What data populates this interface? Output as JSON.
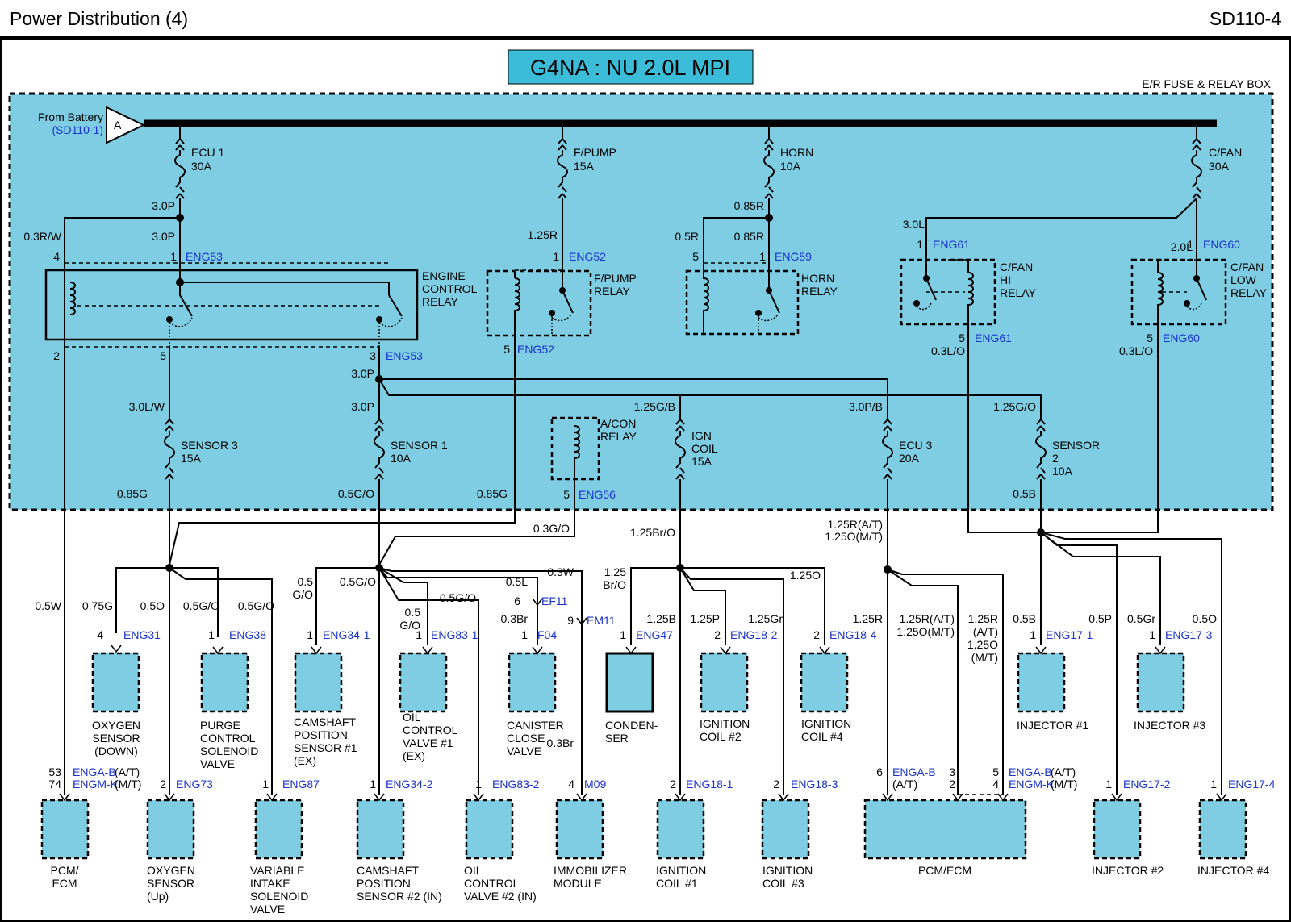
{
  "header": {
    "title": "Power Distribution (4)",
    "code": "SD110-4"
  },
  "engine_banner": "G4NA : NU 2.0L MPI",
  "box_title": "E/R FUSE & RELAY BOX",
  "battery": {
    "from": "From Battery",
    "ref": "(SD110-1)",
    "letter": "A"
  },
  "fuses": [
    {
      "name": "ECU 1",
      "rating": "30A"
    },
    {
      "name": "F/PUMP",
      "rating": "15A"
    },
    {
      "name": "HORN",
      "rating": "10A"
    },
    {
      "name": "C/FAN",
      "rating": "30A"
    },
    {
      "name": "SENSOR 3",
      "rating": "15A"
    },
    {
      "name": "SENSOR 1",
      "rating": "10A"
    },
    {
      "name": "IGN",
      "name2": "COIL",
      "rating": "15A"
    },
    {
      "name": "ECU 3",
      "rating": "20A"
    },
    {
      "name": "SENSOR",
      "name2": "2",
      "rating": "10A"
    }
  ],
  "relays": {
    "ecr": [
      "ENGINE",
      "CONTROL",
      "RELAY"
    ],
    "fpump": [
      "F/PUMP",
      "RELAY"
    ],
    "horn": [
      "HORN",
      "RELAY"
    ],
    "cfanhi": [
      "C/FAN",
      "HI",
      "RELAY"
    ],
    "cfanlow": [
      "C/FAN",
      "LOW",
      "RELAY"
    ],
    "acon": [
      "A/CON",
      "RELAY"
    ]
  },
  "wires": {
    "w30p_a": "3.0P",
    "w03rw": "0.3R/W",
    "w30p_b": "3.0P",
    "w125r": "1.25R",
    "w085r_a": "0.85R",
    "w05r": "0.5R",
    "w085r_b": "0.85R",
    "w30l": "3.0L",
    "w20l": "2.0L",
    "w03lo_a": "0.3L/O",
    "w03lo_b": "0.3L/O",
    "w30p_c": "3.0P",
    "w30p_d": "3.0P",
    "w30lw": "3.0L/W",
    "w125gb": "1.25G/B",
    "w30pb": "3.0P/B",
    "w125go": "1.25G/O",
    "w085g_a": "0.85G",
    "w05go_a": "0.5G/O",
    "w085g_b": "0.85G",
    "w05b_a": "0.5B",
    "w03go": "0.3G/O",
    "w125bro": "1.25Br/O",
    "w125rat": "1.25R(A/T)",
    "w125omt": "1.25O(M/T)",
    "w05w": "0.5W",
    "w075g": "0.75G",
    "w05o": "0.5O",
    "w05go_b": "0.5G/O",
    "w05go_c": "0.5G/O",
    "w05_go_1": "0.5",
    "w05_go_2": "G/O",
    "w05go_d": "0.5G/O",
    "w05go_e": "0.5G/O",
    "w05_go_3": "0.5",
    "w05_go_4": "G/O",
    "w05l": "0.5L",
    "w03br_a": "0.3Br",
    "w03w": "0.3W",
    "w125_a": "1.25",
    "w125_b": "Br/O",
    "w125b": "1.25B",
    "w125p": "1.25P",
    "w125gr": "1.25Gr",
    "w125o": "1.25O",
    "w125r_b": "1.25R",
    "w125rat_b": "1.25R(A/T)",
    "w125omt_b": "1.25O(M/T)",
    "w125r_c1": "1.25R",
    "w125r_c2": "(A/T)",
    "w125r_c3": "1.25O",
    "w125r_c4": "(M/T)",
    "w05b_b": "0.5B",
    "w05p": "0.5P",
    "w05gr": "0.5Gr",
    "w05o_b": "0.5O",
    "w03br_b": "0.3Br"
  },
  "connectors": {
    "eng53": "ENG53",
    "eng52": "ENG52",
    "eng59": "ENG59",
    "eng61": "ENG61",
    "eng60": "ENG60",
    "eng56": "ENG56",
    "eng31": "ENG31",
    "eng38": "ENG38",
    "eng34_1": "ENG34-1",
    "eng83_1": "ENG83-1",
    "ef11": "EF11",
    "f04": "F04",
    "em11": "EM11",
    "eng47": "ENG47",
    "eng18_2": "ENG18-2",
    "eng18_4": "ENG18-4",
    "eng17_1": "ENG17-1",
    "eng17_3": "ENG17-3",
    "enga_b": "ENGA-B",
    "engm_k": "ENGM-K",
    "eng73": "ENG73",
    "eng87": "ENG87",
    "eng34_2": "ENG34-2",
    "eng83_2": "ENG83-2",
    "m09": "M09",
    "eng18_1": "ENG18-1",
    "eng18_3": "ENG18-3",
    "eng17_2": "ENG17-2",
    "eng17_4": "ENG17-4"
  },
  "suffix": {
    "at": "(A/T)",
    "mt": "(M/T)"
  },
  "pins": {
    "p4": "4",
    "p1": "1",
    "p2": "2",
    "p5": "5",
    "p3": "3",
    "p6": "6",
    "p9": "9",
    "p53": "53",
    "p74": "74"
  },
  "components": {
    "oxy_down": [
      "OXYGEN",
      "SENSOR",
      "(DOWN)"
    ],
    "purge": [
      "PURGE",
      "CONTROL",
      "SOLENOID",
      "VALVE"
    ],
    "cam1": [
      "CAMSHAFT",
      "POSITION",
      "SENSOR #1",
      "(EX)"
    ],
    "ocv1": [
      "OIL",
      "CONTROL",
      "VALVE #1",
      "(EX)"
    ],
    "canister": [
      "CANISTER",
      "CLOSE",
      "VALVE"
    ],
    "condenser": [
      "CONDEN-",
      "SER"
    ],
    "ign2": [
      "IGNITION",
      "COIL #2"
    ],
    "ign4": [
      "IGNITION",
      "COIL #4"
    ],
    "inj1": "INJECTOR #1",
    "inj3": "INJECTOR #3",
    "pcm_left": [
      "PCM/",
      "ECM"
    ],
    "oxy_up": [
      "OXYGEN",
      "SENSOR",
      "(Up)"
    ],
    "vis": [
      "VARIABLE",
      "INTAKE",
      "SOLENOID",
      "VALVE"
    ],
    "cam2": [
      "CAMSHAFT",
      "POSITION",
      "SENSOR #2 (IN)"
    ],
    "ocv2": [
      "OIL",
      "CONTROL",
      "VALVE #2 (IN)"
    ],
    "immo": [
      "IMMOBILIZER",
      "MODULE"
    ],
    "ign1": [
      "IGNITION",
      "COIL #1"
    ],
    "ign3": [
      "IGNITION",
      "COIL #3"
    ],
    "pcm_right": "PCM/ECM",
    "inj2": "INJECTOR #2",
    "inj4": "INJECTOR #4"
  },
  "colors": {
    "box_fill": "#7fcde3",
    "banner_fill": "#3bbcd8",
    "connector_text": "#1a33cc"
  }
}
